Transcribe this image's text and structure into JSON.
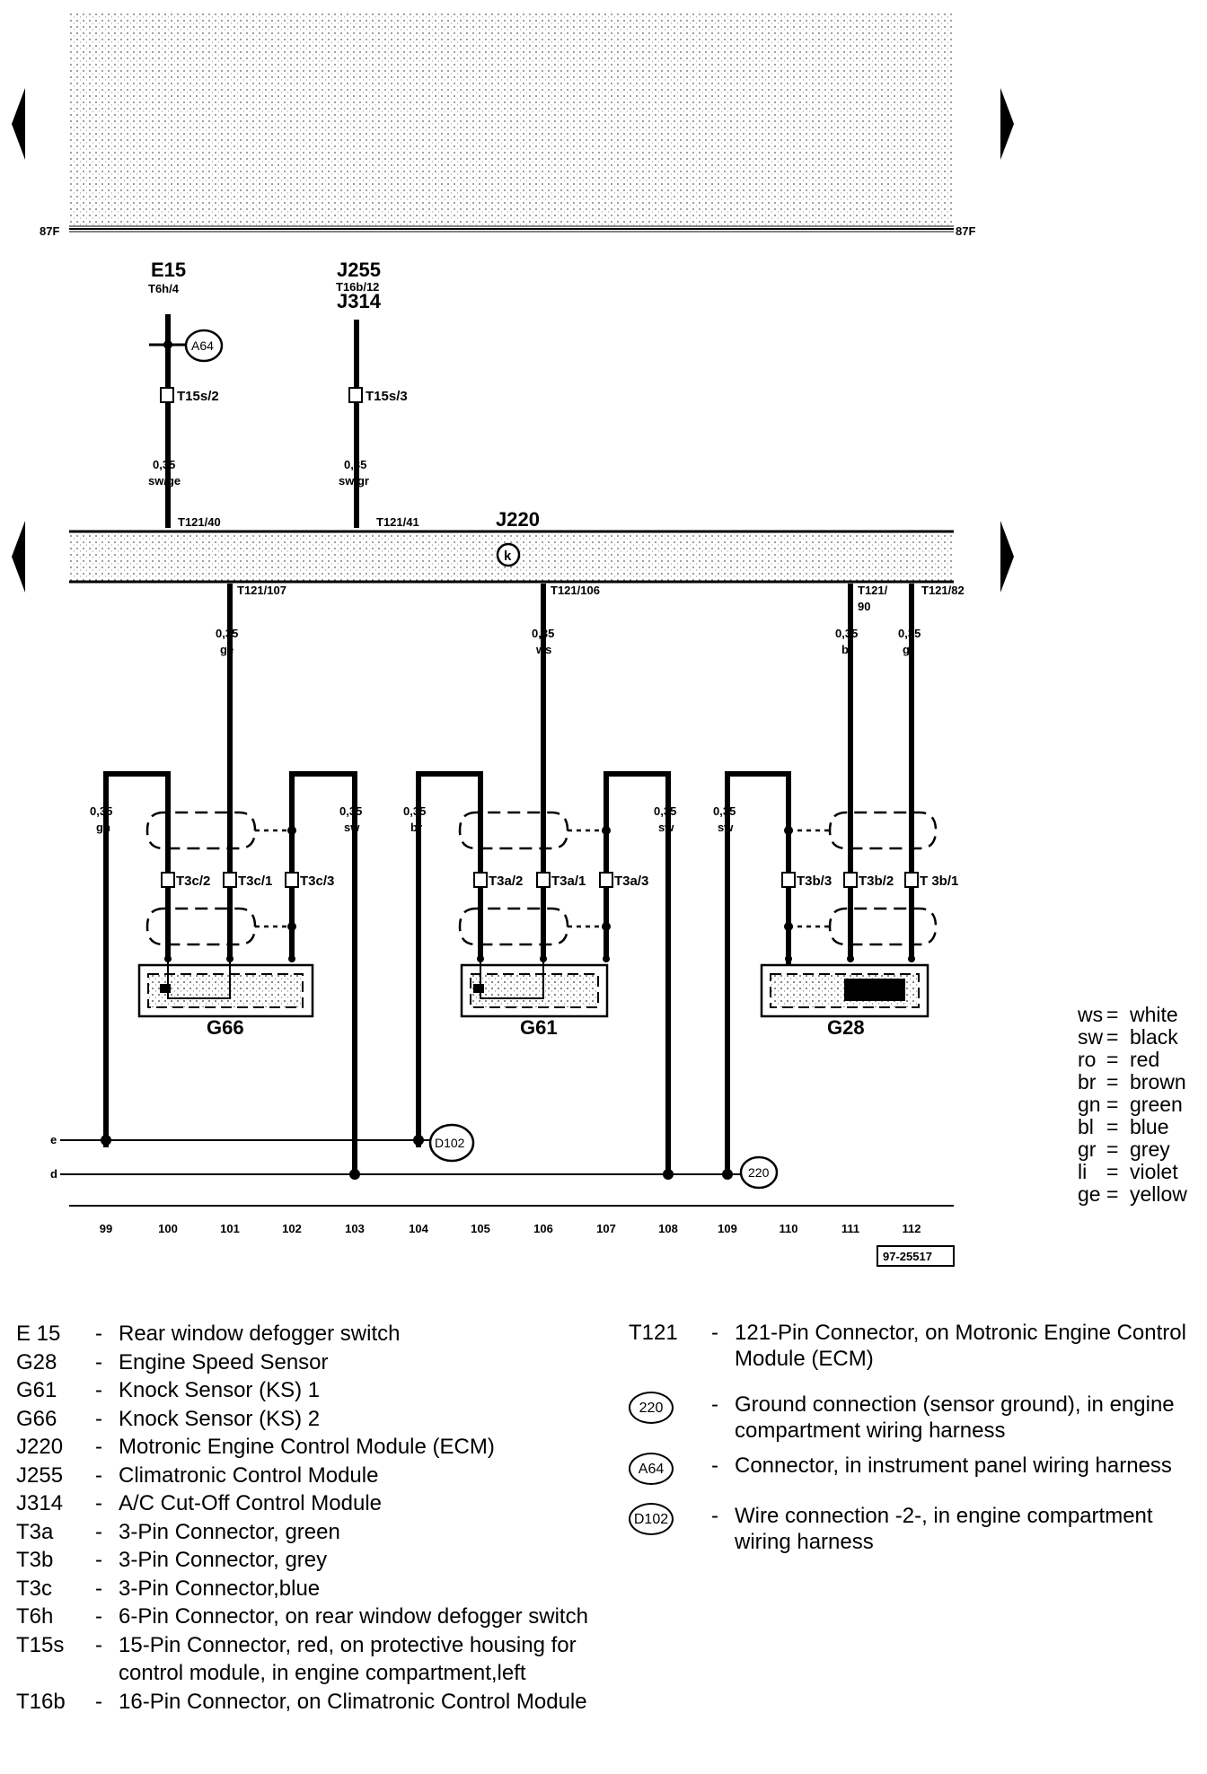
{
  "diagram": {
    "top_bus_label": "87F",
    "e15": {
      "name": "E15",
      "pin": "T6h/4"
    },
    "j255": {
      "name": "J255",
      "pin": "T16b/12"
    },
    "j314": {
      "name": "J314"
    },
    "a64": "A64",
    "t15s2": "T15s/2",
    "t15s3": "T15s/3",
    "wire1": {
      "size": "0,35",
      "color": "sw/ge"
    },
    "wire2": {
      "size": "0,35",
      "color": "sw/gr"
    },
    "t121_40": "T121/40",
    "t121_41": "T121/41",
    "j220": "J220",
    "k_symbol": "k",
    "t121_107": "T121/107",
    "t121_106": "T121/106",
    "t121_90a": "T121/",
    "t121_90b": "90",
    "t121_82": "T121/82",
    "w_ge": {
      "size": "0,35",
      "color": "ge"
    },
    "w_ws": {
      "size": "0,35",
      "color": "ws"
    },
    "w_bl": {
      "size": "0,35",
      "color": "bl"
    },
    "w_gr": {
      "size": "0,35",
      "color": "gr"
    },
    "w_gn": {
      "size": "0,35",
      "color": "gn"
    },
    "w_sw1": {
      "size": "0,35",
      "color": "sw"
    },
    "w_br": {
      "size": "0,35",
      "color": "br"
    },
    "w_sw2": {
      "size": "0,35",
      "color": "sw"
    },
    "w_sw3": {
      "size": "0,35",
      "color": "sw"
    },
    "t3c2": "T3c/2",
    "t3c1": "T3c/1",
    "t3c3": "T3c/3",
    "t3a2": "T3a/2",
    "t3a1": "T3a/1",
    "t3a3": "T3a/3",
    "t3b3": "T3b/3",
    "t3b2": "T3b/2",
    "t3b1": "T 3b/1",
    "g66": "G66",
    "g61": "G61",
    "g28": "G28",
    "bus_e": "e",
    "bus_d": "d",
    "d102": "D102",
    "g220": "220",
    "columns": [
      "99",
      "100",
      "101",
      "102",
      "103",
      "104",
      "105",
      "106",
      "107",
      "108",
      "109",
      "110",
      "111",
      "112"
    ],
    "figure_id": "97-25517"
  },
  "colors": [
    {
      "abbr": "ws",
      "name": "white"
    },
    {
      "abbr": "sw",
      "name": "black"
    },
    {
      "abbr": "ro",
      "name": "red"
    },
    {
      "abbr": "br",
      "name": "brown"
    },
    {
      "abbr": "gn",
      "name": "green"
    },
    {
      "abbr": "bl",
      "name": "blue"
    },
    {
      "abbr": "gr",
      "name": "grey"
    },
    {
      "abbr": "li",
      "name": "violet"
    },
    {
      "abbr": "ge",
      "name": "yellow"
    }
  ],
  "legend": [
    {
      "code": "E 15",
      "desc": "Rear window defogger switch"
    },
    {
      "code": "G28",
      "desc": "Engine Speed Sensor"
    },
    {
      "code": "G61",
      "desc": "Knock Sensor (KS) 1"
    },
    {
      "code": "G66",
      "desc": "Knock Sensor (KS) 2"
    },
    {
      "code": "J220",
      "desc": "Motronic Engine Control Module (ECM)"
    },
    {
      "code": "J255",
      "desc": "Climatronic Control Module"
    },
    {
      "code": "J314",
      "desc": "A/C Cut-Off Control Module"
    },
    {
      "code": "T3a",
      "desc": "3-Pin Connector, green"
    },
    {
      "code": "T3b",
      "desc": "3-Pin Connector, grey"
    },
    {
      "code": "T3c",
      "desc": "3-Pin Connector,blue"
    },
    {
      "code": "T6h",
      "desc": "6-Pin Connector, on rear window defogger switch"
    },
    {
      "code": "T15s",
      "desc": "15-Pin Connector, red, on protective housing for control module, in engine compartment,left"
    },
    {
      "code": "T16b",
      "desc": "16-Pin Connector, on Climatronic Control Module"
    }
  ],
  "legend_right": [
    {
      "code": "T121",
      "desc": "121-Pin Connector, on Motronic Engine Control Module (ECM)"
    },
    {
      "code": "220",
      "desc": "Ground connection (sensor ground), in engine compartment wiring harness"
    },
    {
      "code": "A64",
      "desc": "Connector, in instrument panel wiring harness"
    },
    {
      "code": "D102",
      "desc": "Wire connection -2-, in engine compartment wiring harness"
    }
  ]
}
